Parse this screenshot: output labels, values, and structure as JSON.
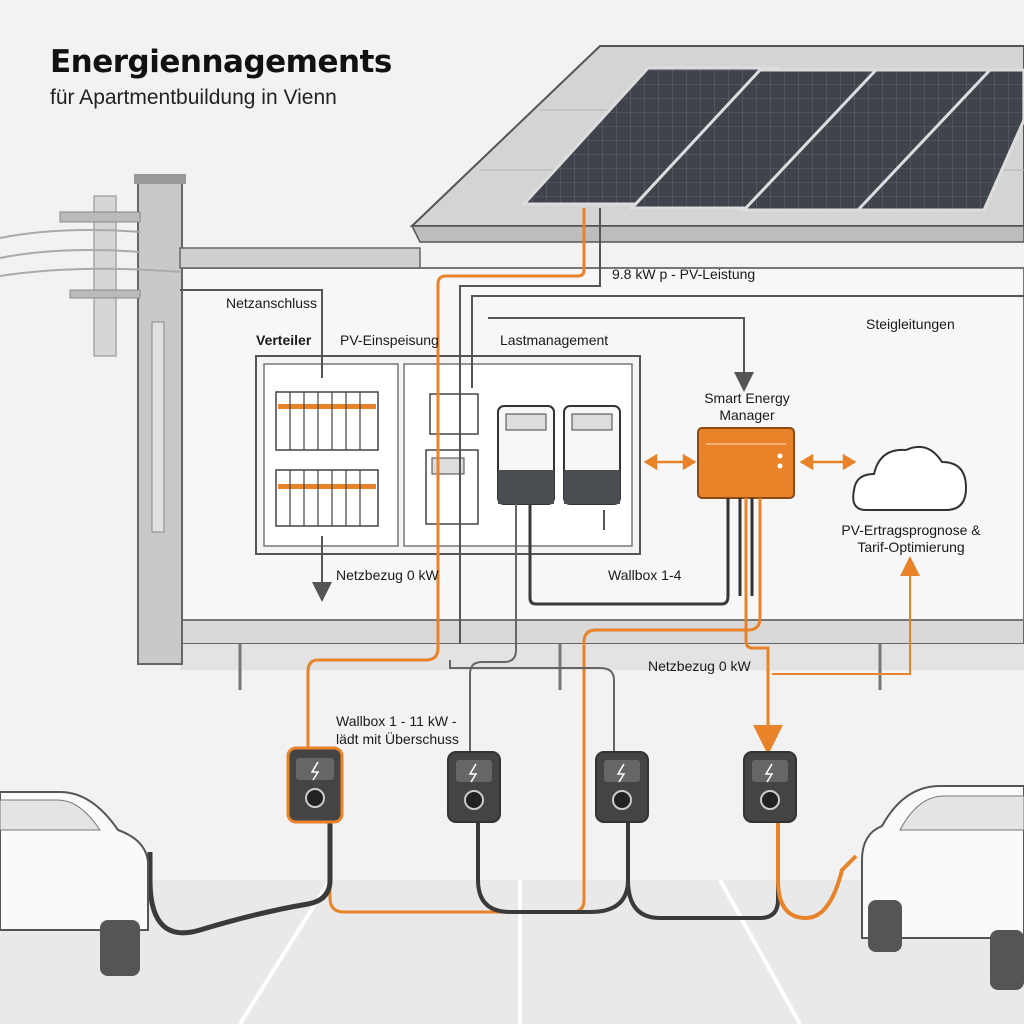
{
  "header": {
    "title": "Energiennagements",
    "subtitle": "für Apartmentbuildung in Vienn"
  },
  "labels": {
    "pv_power": "9.8 kW p - PV-Leistung",
    "grid_connection": "Netzanschluss",
    "risers": "Steigleitungen",
    "distributor": "Verteiler",
    "pv_feed_in": "PV-Einspeisung",
    "load_management": "Lastmanagement",
    "smart_energy_manager": "Smart Energy Manager",
    "forecast": "PV-Ertragsprognose & Tarif-Optimierung",
    "grid_draw_top": "Netzbezug 0 kW",
    "wallbox_group": "Wallbox 1-4",
    "grid_draw_garage": "Netzbezug 0 kW",
    "wallbox_1": "Wallbox 1 - 11 kW - lädt mit Überschuss"
  },
  "colors": {
    "accent_orange": "#e8832a",
    "cable_dark": "#3a3a3a",
    "line_grey": "#555555",
    "panel": "#3c4048",
    "background": "#f2f2f2"
  },
  "icons": {
    "cloud": "cloud-icon",
    "charger_symbol": "lightning-bolt-icon",
    "arrows": "double-arrow-icon"
  }
}
